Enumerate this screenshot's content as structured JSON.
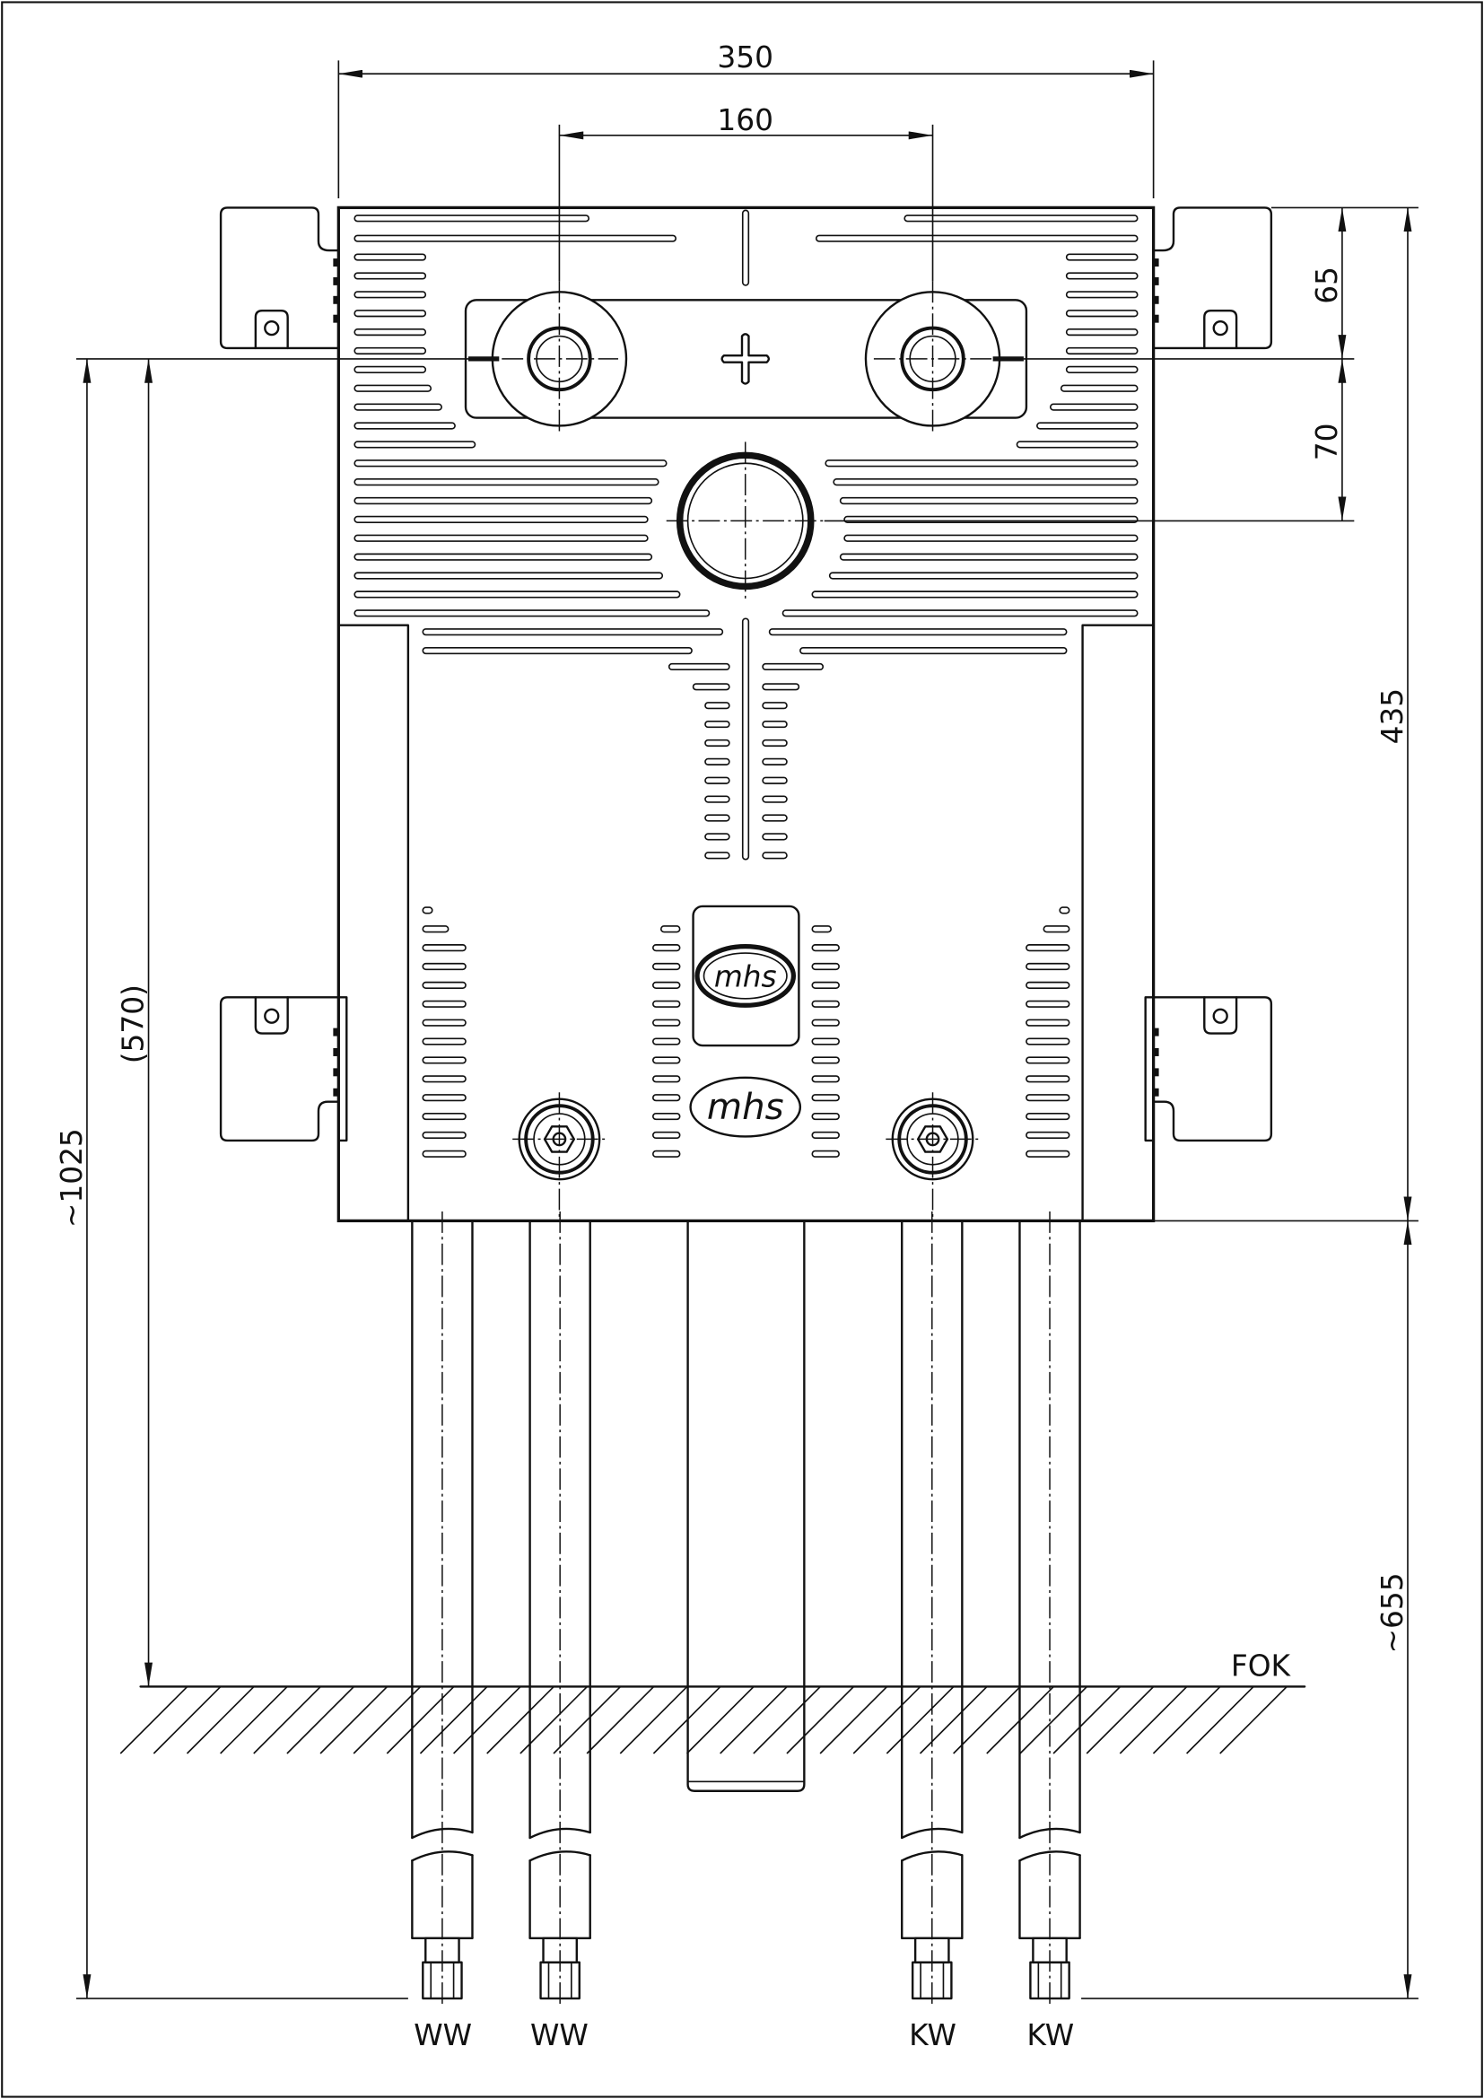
{
  "drawing": {
    "dimensions": {
      "overall_width": "350",
      "port_spacing": "160",
      "top_to_port_axis": "65",
      "port_axis_to_drain_axis": "70",
      "box_height": "435",
      "box_bottom_to_connection_end": "~655",
      "port_axis_to_connection_end": "~1025",
      "port_axis_to_floor": "(570)"
    },
    "floor_label": "FOK",
    "connections": [
      "WW",
      "WW",
      "KW",
      "KW"
    ],
    "logo_text": "mhs"
  },
  "colors": {
    "line": "#111111",
    "background": "#ffffff"
  }
}
